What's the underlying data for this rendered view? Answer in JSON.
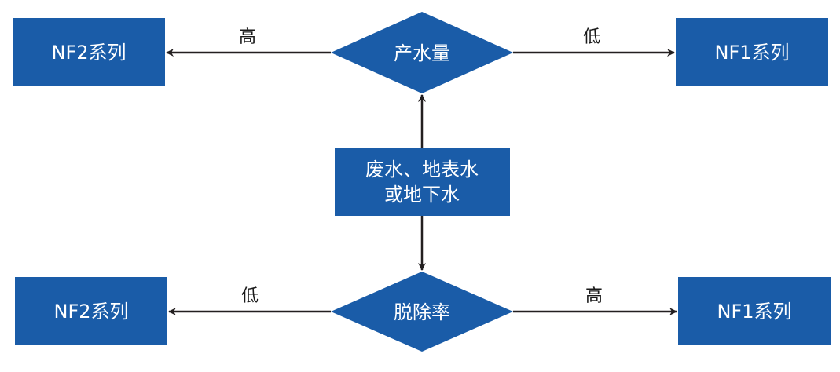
{
  "colors": {
    "node_fill": "#1a5ca8",
    "line": "#231f20"
  },
  "top": {
    "left_box": "NF2系列",
    "right_box": "NF1系列",
    "decision": "产水量",
    "left_label": "高",
    "right_label": "低"
  },
  "center": {
    "line1": "废水、地表水",
    "line2": "或地下水"
  },
  "bottom": {
    "left_box": "NF2系列",
    "right_box": "NF1系列",
    "decision": "脱除率",
    "left_label": "低",
    "right_label": "高"
  }
}
